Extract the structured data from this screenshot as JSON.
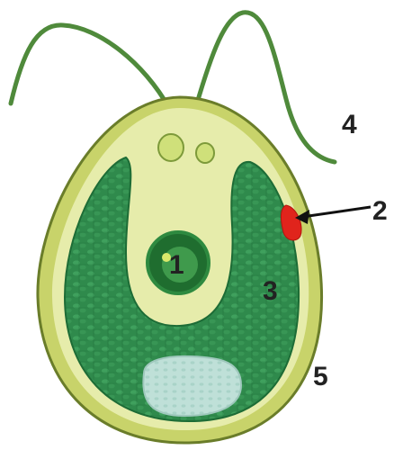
{
  "diagram": {
    "subject": "Chlamydomonas",
    "labels": [
      {
        "id": "1",
        "text": "1"
      },
      {
        "id": "2",
        "text": "2"
      },
      {
        "id": "3",
        "text": "3"
      },
      {
        "id": "4",
        "text": "4"
      },
      {
        "id": "5",
        "text": "5"
      }
    ],
    "colors": {
      "cell_wall": "#c8d36a",
      "cytoplasm": "#e6ecab",
      "chloroplast": "#2f8a4c",
      "chloroplast_dark": "#1d6c36",
      "nucleus": "#1f6d2f",
      "eyespot": "#e0241c",
      "pyrenoid": "#bfe0d8",
      "flagella": "#4f8a3b",
      "outline": "#6a7d2a"
    }
  }
}
